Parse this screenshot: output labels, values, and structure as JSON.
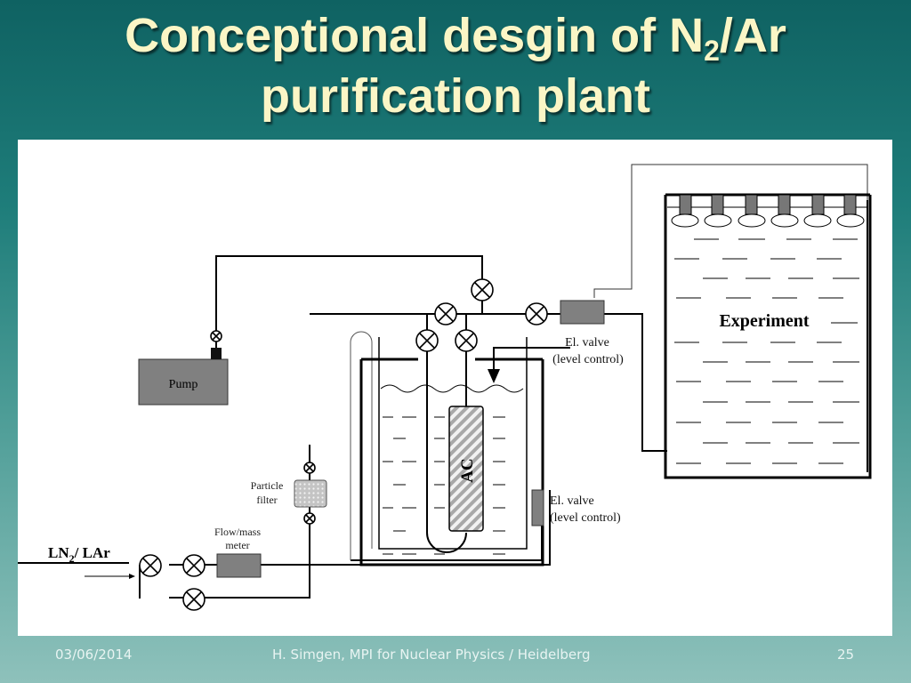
{
  "slide": {
    "title_main": "Conceptional desgin of N",
    "title_sub": "2",
    "title_rest": "/Ar",
    "title_line2": "purification plant"
  },
  "diagram": {
    "ln_main": "LN",
    "ln_sub": "2",
    "ln_rest": "/ LAr",
    "pump": "Pump",
    "particle_filter_1": "Particle",
    "particle_filter_2": "filter",
    "flow_meter_1": "Flow/mass",
    "flow_meter_2": "meter",
    "ac": "AC",
    "valve_top_1": "El. valve",
    "valve_top_2": "(level control)",
    "valve_bottom_1": "El. valve",
    "valve_bottom_2": "(level control)",
    "experiment": "Experiment"
  },
  "footer": {
    "date": "03/06/2014",
    "author": "H. Simgen, MPI for Nuclear Physics / Heidelberg",
    "page": "25"
  }
}
